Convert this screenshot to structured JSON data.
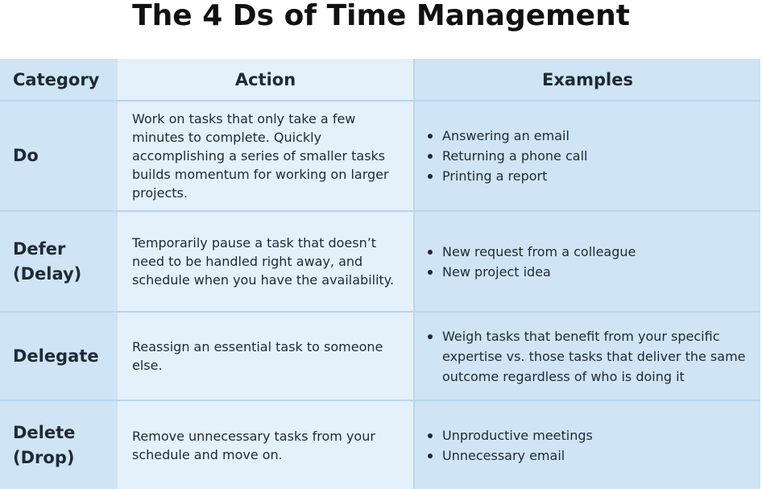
{
  "title": "The 4 Ds of Time Management",
  "headers": {
    "category": "Category",
    "action": "Action",
    "examples": "Examples"
  },
  "rows": [
    {
      "category": "Do",
      "action": "Work on tasks that only take a few minutes to complete. Quickly accomplishing a series of smaller tasks builds momentum for working on larger projects.",
      "examples": [
        "Answering an email",
        "Returning a phone call",
        "Printing a report"
      ]
    },
    {
      "category": "Defer (Delay)",
      "action": "Temporarily pause a task that doesn’t need to be handled right away, and schedule when you have the availability.",
      "examples": [
        "New request from a colleague",
        "New project idea"
      ]
    },
    {
      "category": "Delegate",
      "action": "Reassign an essential task to someone else.",
      "examples": [
        "Weigh tasks that benefit from your specific expertise vs. those tasks that deliver the same outcome regardless of who is doing it"
      ]
    },
    {
      "category": "Delete (Drop)",
      "action": "Remove unnecessary tasks from your schedule and move on.",
      "examples": [
        "Unproductive meetings",
        "Unnecessary email"
      ]
    }
  ]
}
